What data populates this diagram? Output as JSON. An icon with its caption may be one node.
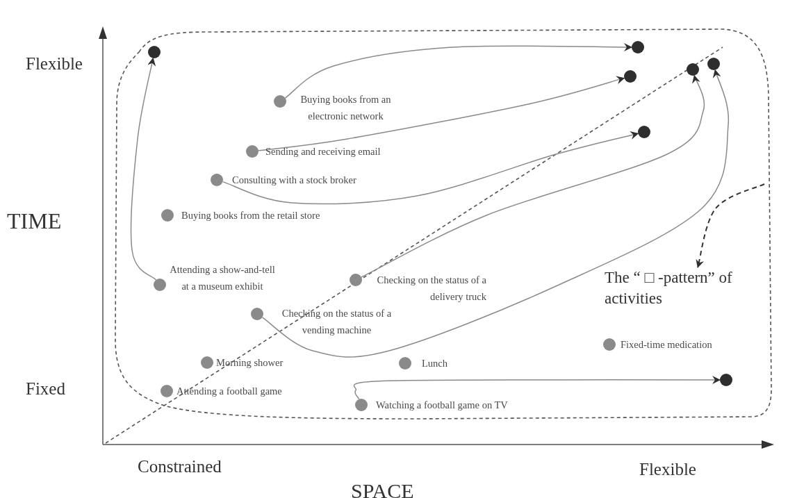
{
  "diagram": {
    "nodes": [
      {
        "text": [],
        "shape": "circle"
      },
      {
        "text": [],
        "shape": "circle"
      },
      {
        "text": [],
        "shape": "circle"
      },
      {
        "text": [],
        "shape": "circle"
      },
      {
        "text": [],
        "shape": "circle"
      },
      {
        "text": [
          "Buying books from an electronic network"
        ]
      },
      {
        "text": [],
        "shape": "circle"
      },
      {
        "text": [
          "Sending and receiving email"
        ]
      },
      {
        "text": [
          "Consulting with a stock broker"
        ]
      },
      {
        "text": [
          "Buying books from the retail store"
        ]
      },
      {
        "text": [
          "Attending a show-and-tell at a museum exhibit"
        ]
      },
      {
        "text": [
          "Checking on the status of a delivery truck"
        ]
      },
      {
        "text": [
          "The “ □ -pattern” of activities"
        ]
      },
      {
        "text": [
          "Checking on the status of a vending machine"
        ]
      },
      {
        "text": [
          "Fixed-time medication"
        ]
      },
      {
        "text": [
          "Morning shower"
        ]
      },
      {
        "text": [
          "Lunch"
        ]
      },
      {
        "text": [
          "Attending a football game"
        ]
      },
      {
        "text": [],
        "shape": "circle"
      },
      {
        "text": [
          "Watching a football game on TV"
        ]
      }
    ],
    "edges": [
      {
        "from": 10,
        "to": 0,
        "arrow": "to"
      },
      {
        "from": 5,
        "to": 1,
        "arrow": "to"
      },
      {
        "from": 7,
        "to": 2,
        "arrow": "to"
      },
      {
        "from": 8,
        "to": 6,
        "arrow": "to"
      },
      {
        "from": 11,
        "to": 3,
        "arrow": "to"
      },
      {
        "from": 13,
        "to": 4,
        "arrow": "to"
      },
      {
        "from": 19,
        "to": 18,
        "arrow": "to"
      },
      {
        "from": null,
        "to": 12,
        "arrow": "to",
        "style": "dashed",
        "color": "#333333"
      }
    ],
    "labels": [
      "Flexible",
      "TIME",
      "Fixed",
      "Constrained",
      "SPACE",
      "Flexible"
    ]
  }
}
